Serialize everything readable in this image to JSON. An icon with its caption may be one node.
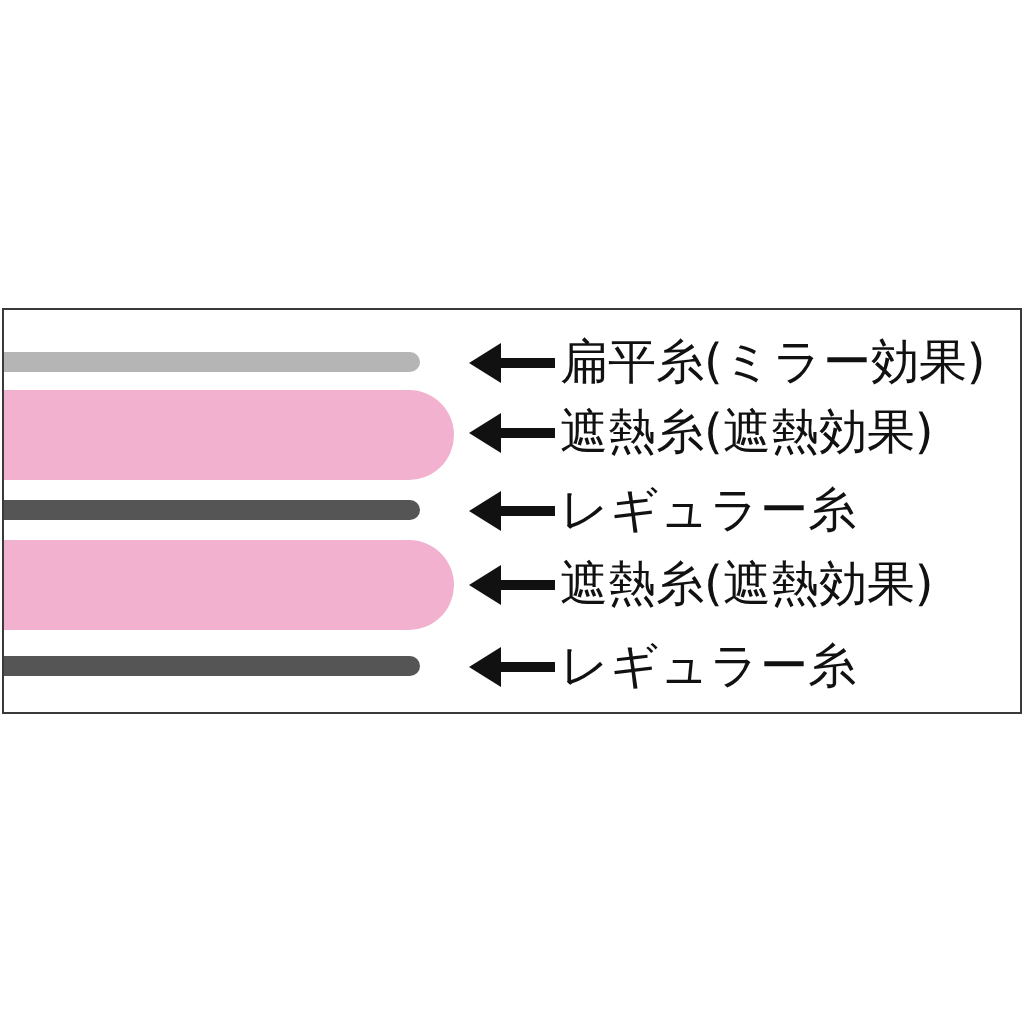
{
  "diagram": {
    "nodes": [
      {
        "text": [],
        "shape": "box"
      },
      {
        "text": [],
        "shape": "bar",
        "in": 0
      },
      {
        "text": [
          "扁平糸(ミラー効果)"
        ],
        "in": 0
      },
      {
        "text": [],
        "shape": "bar",
        "in": 0
      },
      {
        "text": [
          "遮熱糸(遮熱効果)"
        ],
        "in": 0
      },
      {
        "text": [],
        "shape": "bar",
        "in": 0
      },
      {
        "text": [
          "レギュラー糸"
        ],
        "in": 0
      },
      {
        "text": [],
        "shape": "bar",
        "in": 0
      },
      {
        "text": [
          "遮熱糸(遮熱効果)"
        ],
        "in": 0
      },
      {
        "text": [],
        "shape": "bar",
        "in": 0
      },
      {
        "text": [
          "レギュラー糸"
        ],
        "in": 0
      }
    ],
    "edges": [
      {
        "from": 2,
        "to": 1,
        "arrow": "to"
      },
      {
        "from": 4,
        "to": 3,
        "arrow": "to"
      },
      {
        "from": 6,
        "to": 5,
        "arrow": "to"
      },
      {
        "from": 8,
        "to": 7,
        "arrow": "to"
      },
      {
        "from": 10,
        "to": 9,
        "arrow": "to"
      }
    ]
  }
}
